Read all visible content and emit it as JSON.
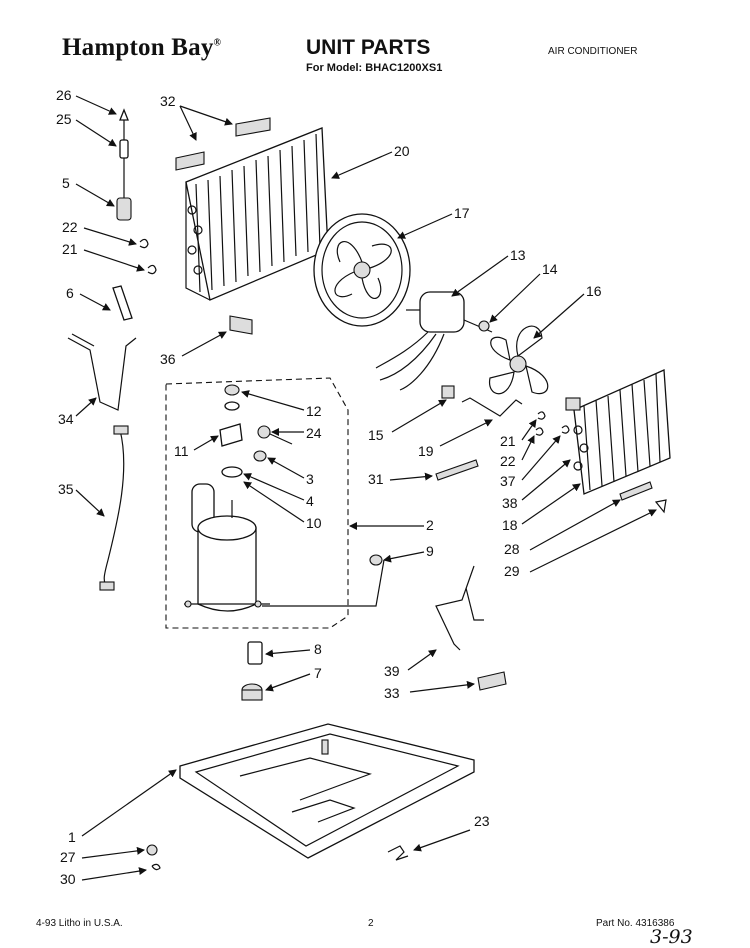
{
  "header": {
    "brand": "Hampton Bay",
    "brand_mark": "®",
    "title": "UNIT PARTS",
    "model": "For Model: BHAC1200XS1",
    "subject": "AIR CONDITIONER"
  },
  "footer": {
    "litho": "4-93 Litho in U.S.A.",
    "page": "2",
    "part_no": "Part No. 4316386",
    "handwritten": "3-93"
  },
  "callouts": [
    "26",
    "25",
    "5",
    "22",
    "21",
    "6",
    "34",
    "35",
    "32",
    "20",
    "17",
    "36",
    "13",
    "14",
    "16",
    "12",
    "24",
    "11",
    "3",
    "4",
    "10",
    "15",
    "19",
    "21",
    "22",
    "37",
    "38",
    "18",
    "31",
    "2",
    "9",
    "8",
    "7",
    "28",
    "29",
    "39",
    "33",
    "1",
    "27",
    "30",
    "23"
  ]
}
